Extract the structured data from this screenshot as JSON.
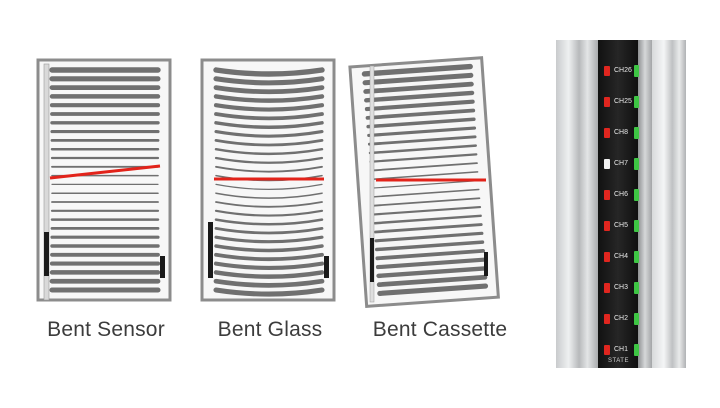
{
  "captions": {
    "bent_sensor": "Bent Sensor",
    "bent_glass": "Bent Glass",
    "bent_cassette": "Bent Cassette"
  },
  "colors": {
    "frame": "#8a8a8a",
    "slat": "#6f6f6f",
    "beam": "#e2231a",
    "led_red": "#e0261f",
    "led_green": "#3ec544"
  },
  "channels": [
    "CH26",
    "CH25",
    "CH8",
    "CH7",
    "CH6",
    "CH5",
    "CH4",
    "CH3",
    "CH2",
    "CH1"
  ],
  "state_label": "STATE"
}
